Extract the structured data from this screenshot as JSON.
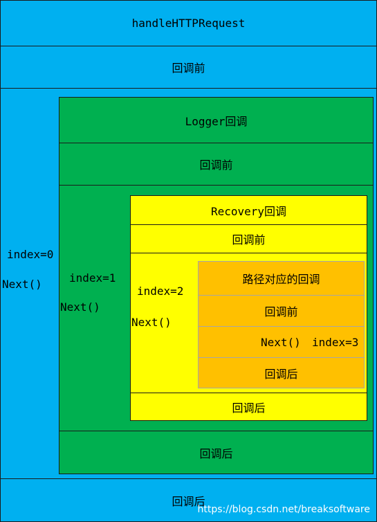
{
  "outer": {
    "title": "handleHTTPRequest",
    "before": "回调前",
    "index": "index=0",
    "next": "Next()",
    "after": "回调后"
  },
  "logger": {
    "title": "Logger回调",
    "before": "回调前",
    "index": "index=1",
    "next": "Next()",
    "after": "回调后"
  },
  "recovery": {
    "title": "Recovery回调",
    "before": "回调前",
    "index": "index=2",
    "next": "Next()",
    "after": "回调后"
  },
  "route": {
    "title": "路径对应的回调",
    "before": "回调前",
    "next": "Next()",
    "index": "index=3",
    "after": "回调后"
  },
  "watermark": "https://blog.csdn.net/breaksoftware",
  "colors": {
    "outer": "#00b0f0",
    "logger": "#00b050",
    "recovery": "#ffff00",
    "route": "#ffc000"
  }
}
